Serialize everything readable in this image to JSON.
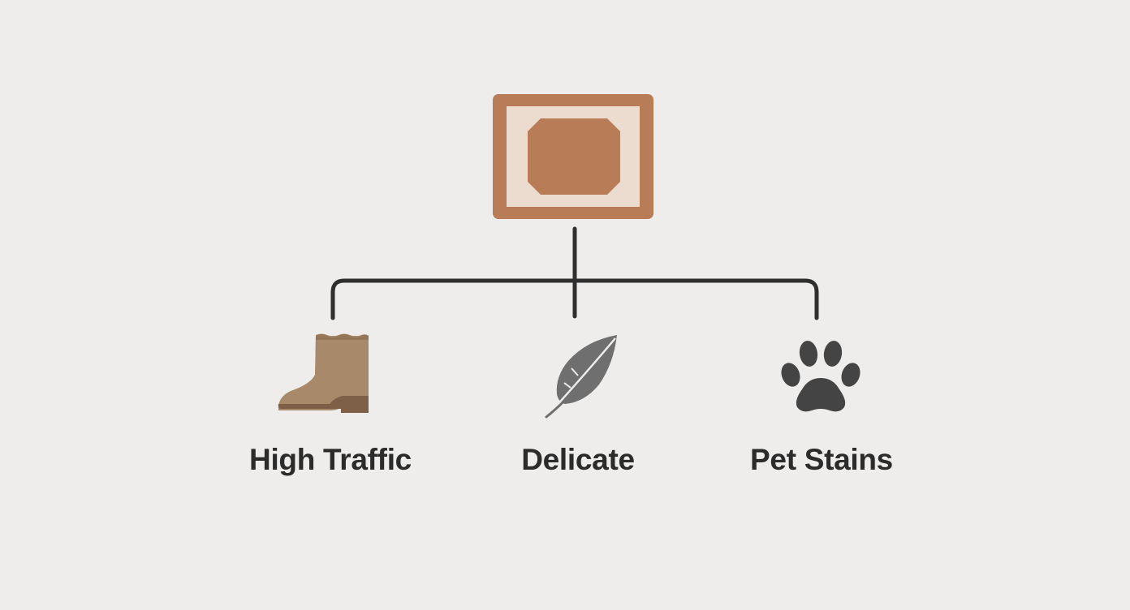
{
  "root": {
    "icon": "rug-icon",
    "colors": {
      "frame": "#b87c57",
      "inner_background": "#ecdcd0",
      "center_medallion": "#b87c57"
    }
  },
  "branches": [
    {
      "label": "High Traffic",
      "icon": "boot-icon",
      "color": "#a88a6a"
    },
    {
      "label": "Delicate",
      "icon": "feather-icon",
      "color": "#6f6f6f"
    },
    {
      "label": "Pet Stains",
      "icon": "paw-print-icon",
      "color": "#444444"
    }
  ],
  "connector_color": "#2f2f2f",
  "background": "#eeedeb"
}
